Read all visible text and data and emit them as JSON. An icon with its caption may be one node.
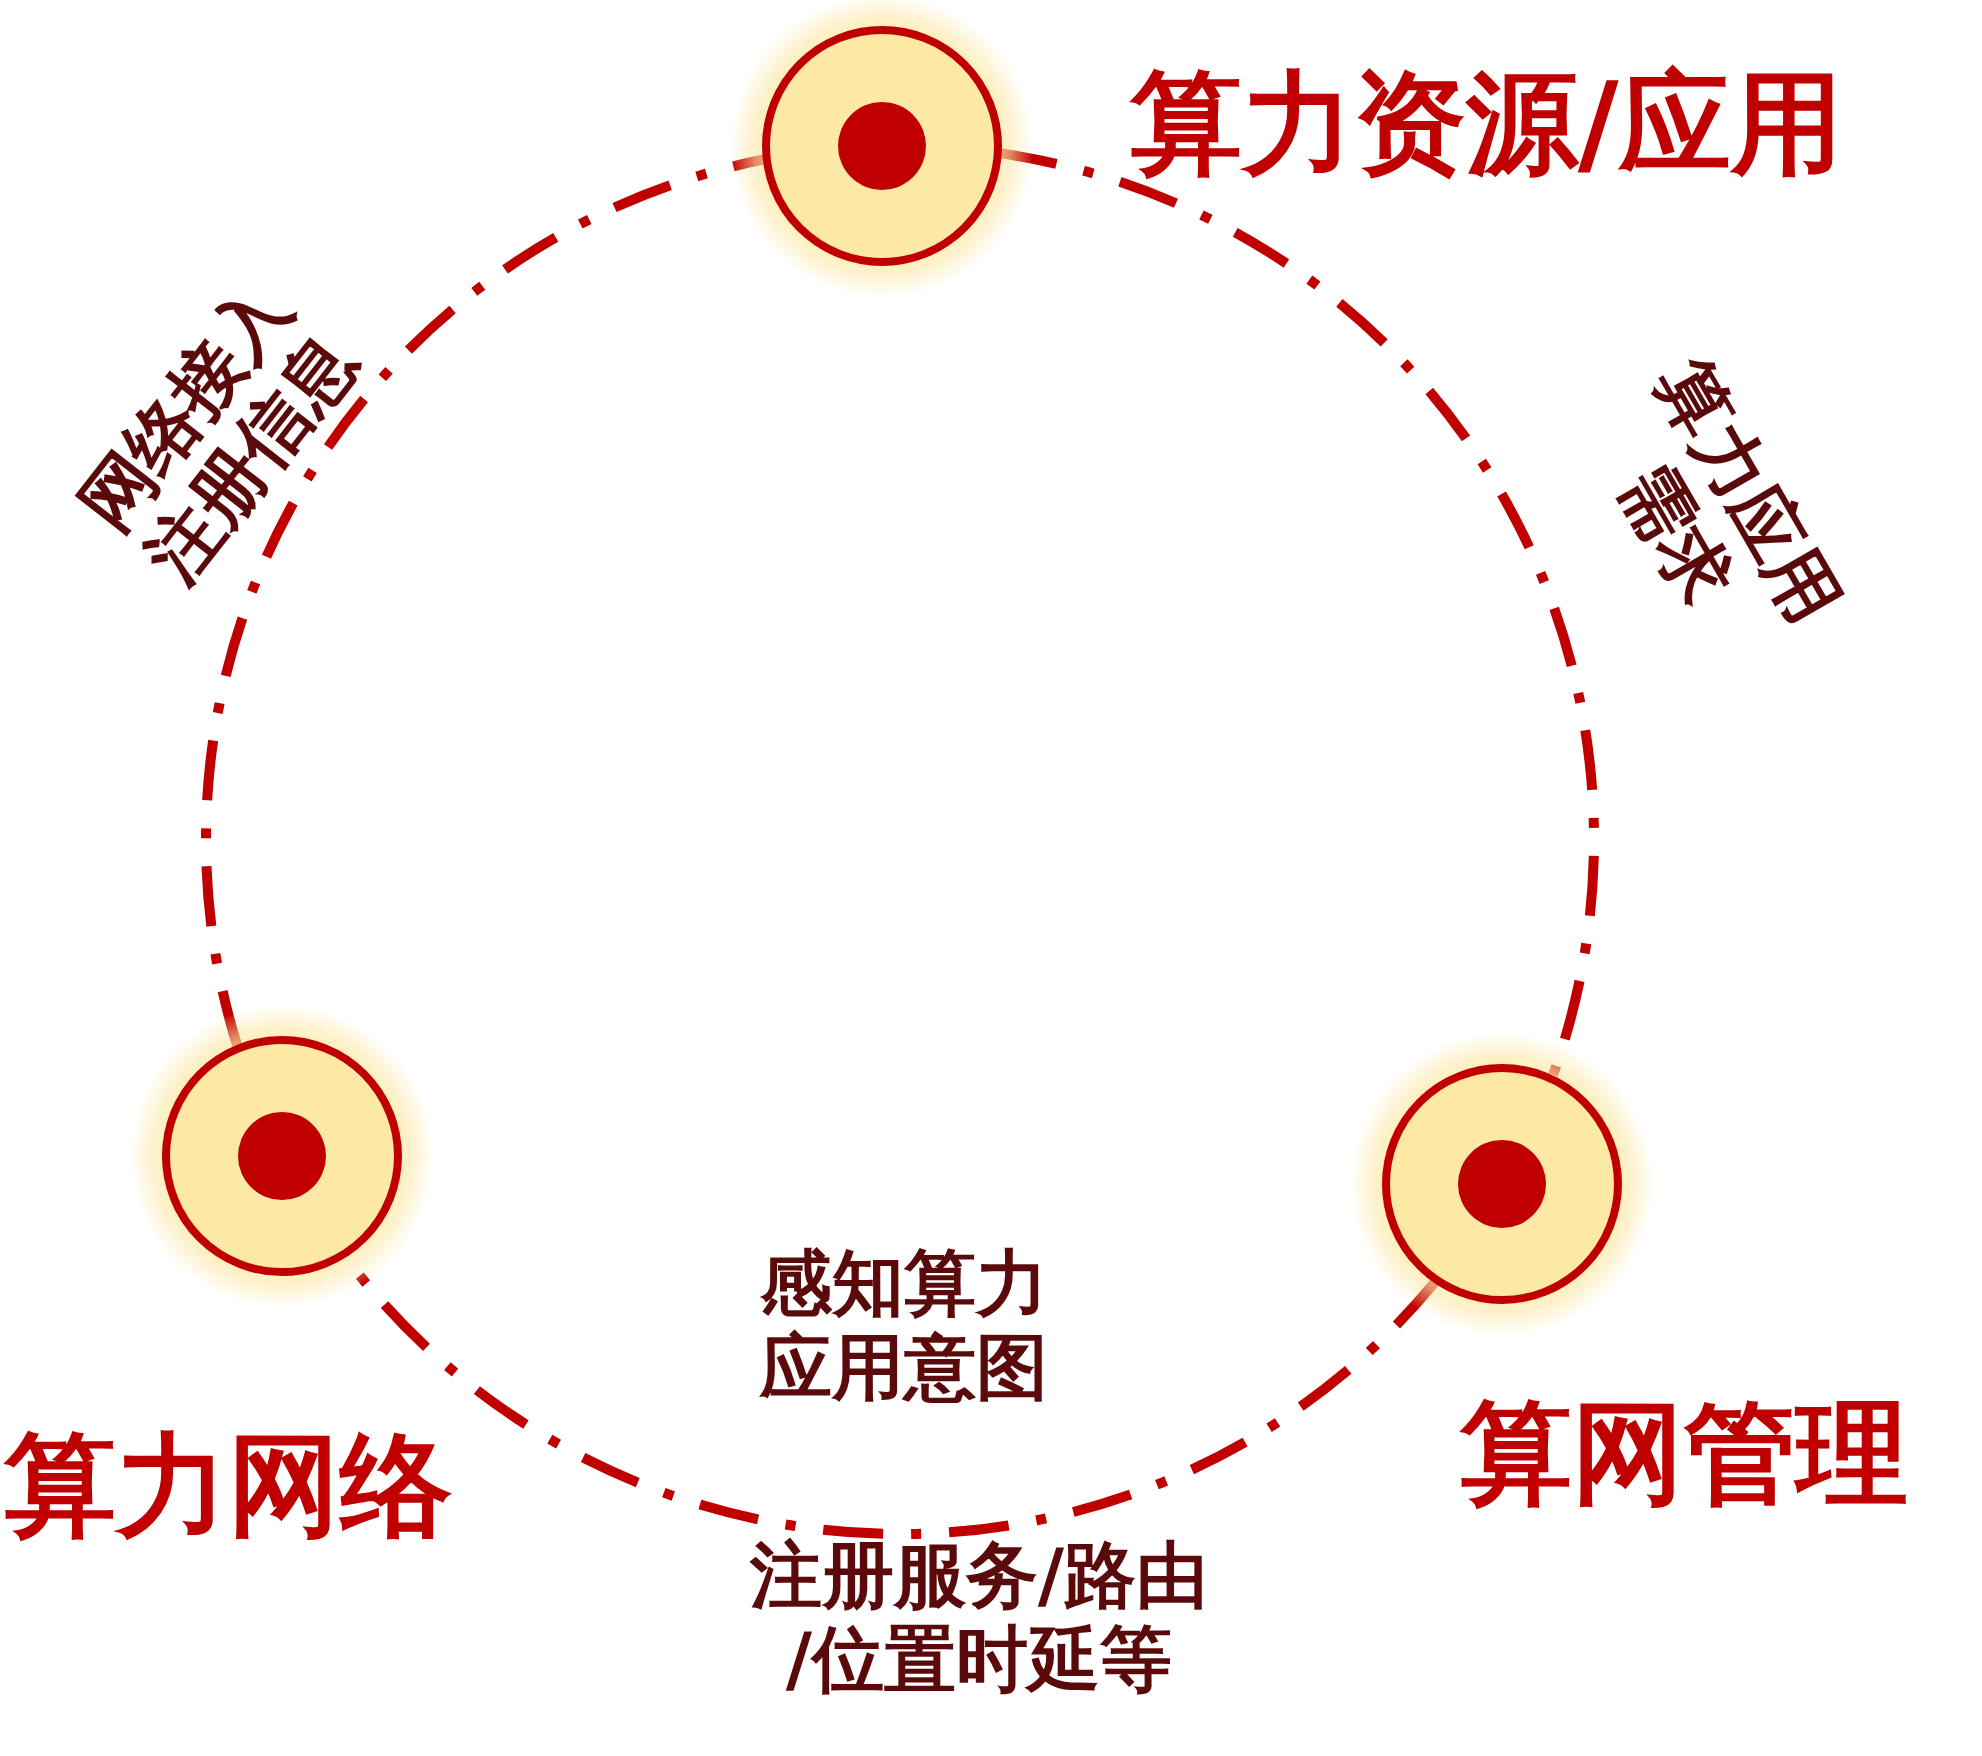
{
  "diagram": {
    "nodes": [
      {
        "text": [
          "算力资源/应用"
        ]
      },
      {
        "text": [
          "算网管理"
        ]
      },
      {
        "text": [
          "算力网络"
        ]
      }
    ],
    "edges": [
      {
        "from": 0,
        "to": 1,
        "arrow": "none",
        "label": "算力应用需求"
      },
      {
        "from": 1,
        "to": 2,
        "arrow": "none",
        "label": "感知算力应用意图"
      },
      {
        "from": 2,
        "to": 0,
        "arrow": "none",
        "label": "网络接入注册信息"
      }
    ],
    "labels": [
      "注册服务/路由/位置时延等"
    ]
  }
}
